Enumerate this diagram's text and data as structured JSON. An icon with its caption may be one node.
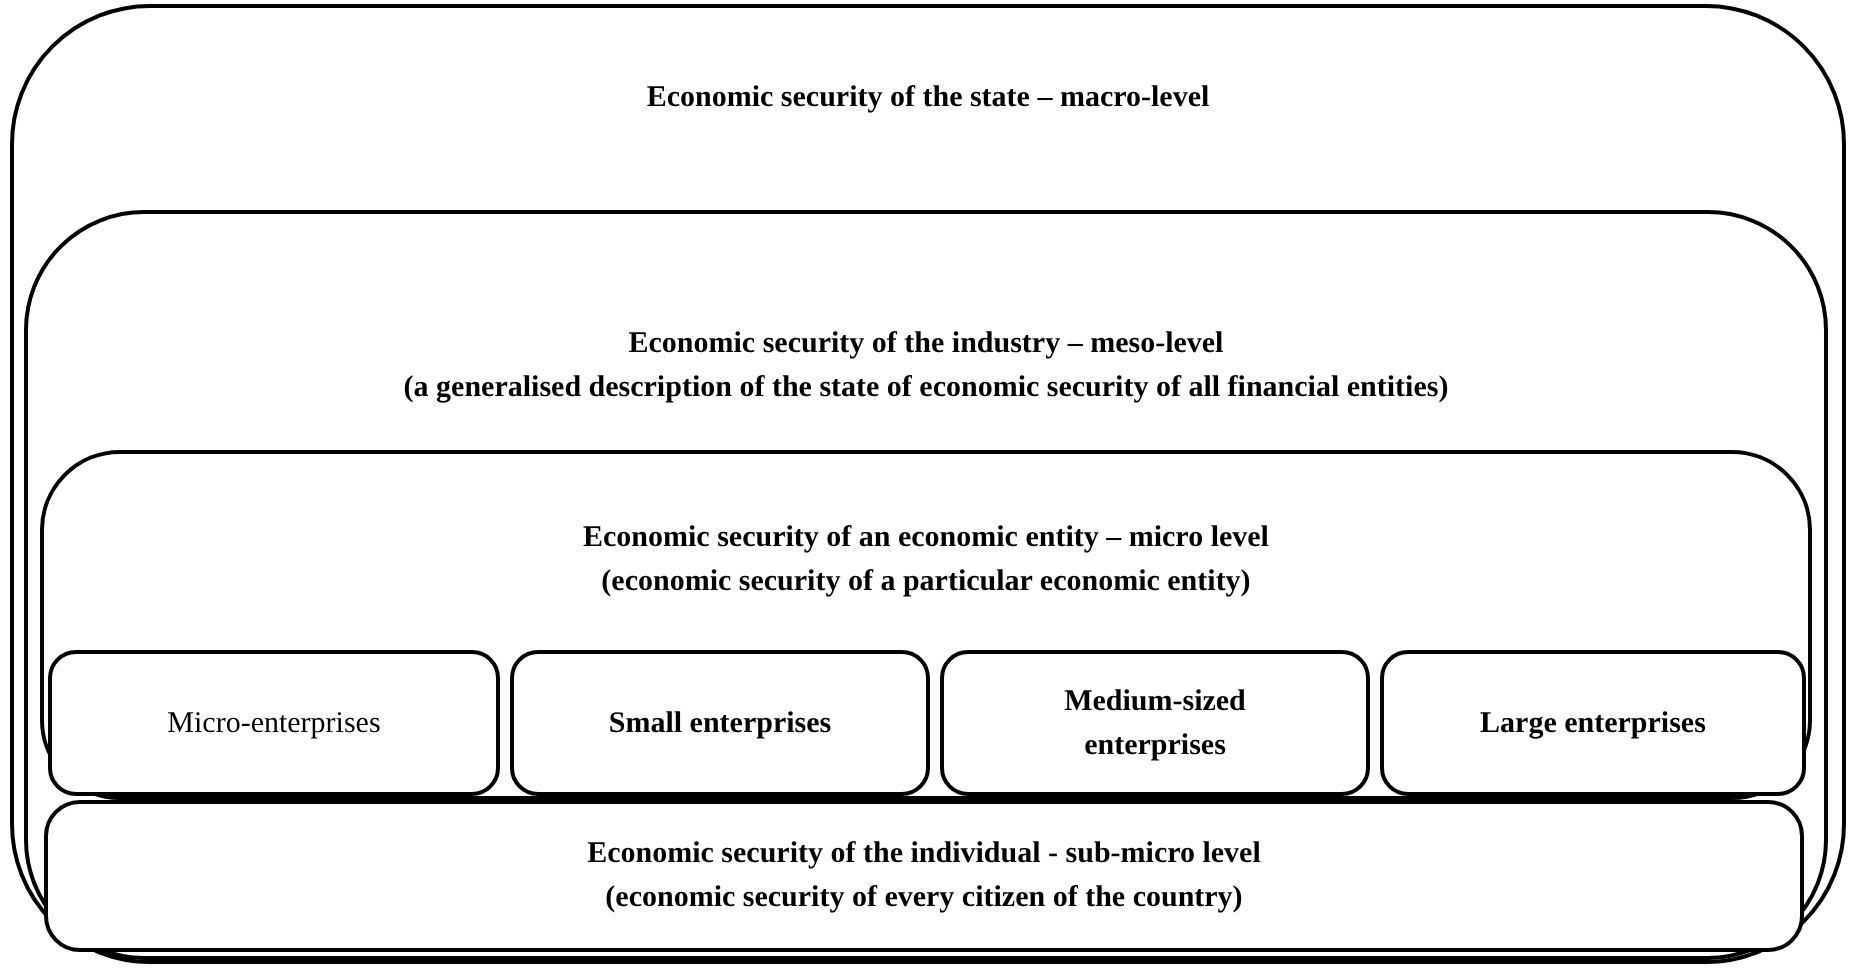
{
  "diagram": {
    "nodes": [
      {
        "text": [
          "Economic security of the state – macro-level"
        ]
      },
      {
        "text": [
          "Economic security of the industry – meso-level",
          "(a generalised description of the state of economic security of all financial entities)"
        ],
        "in": 0
      },
      {
        "text": [
          "Economic security of an economic entity – micro level",
          "(economic security of a particular economic entity)"
        ],
        "in": 1
      },
      {
        "text": [
          "Micro-enterprises"
        ],
        "in": 2
      },
      {
        "text": [
          "Small enterprises"
        ],
        "in": 2
      },
      {
        "text": [
          "Medium-sized enterprises"
        ],
        "in": 2
      },
      {
        "text": [
          "Large enterprises"
        ],
        "in": 2
      },
      {
        "text": [
          "Economic security of the individual - sub-micro level",
          "(economic security of every citizen of the country)"
        ],
        "in": 1
      }
    ]
  }
}
